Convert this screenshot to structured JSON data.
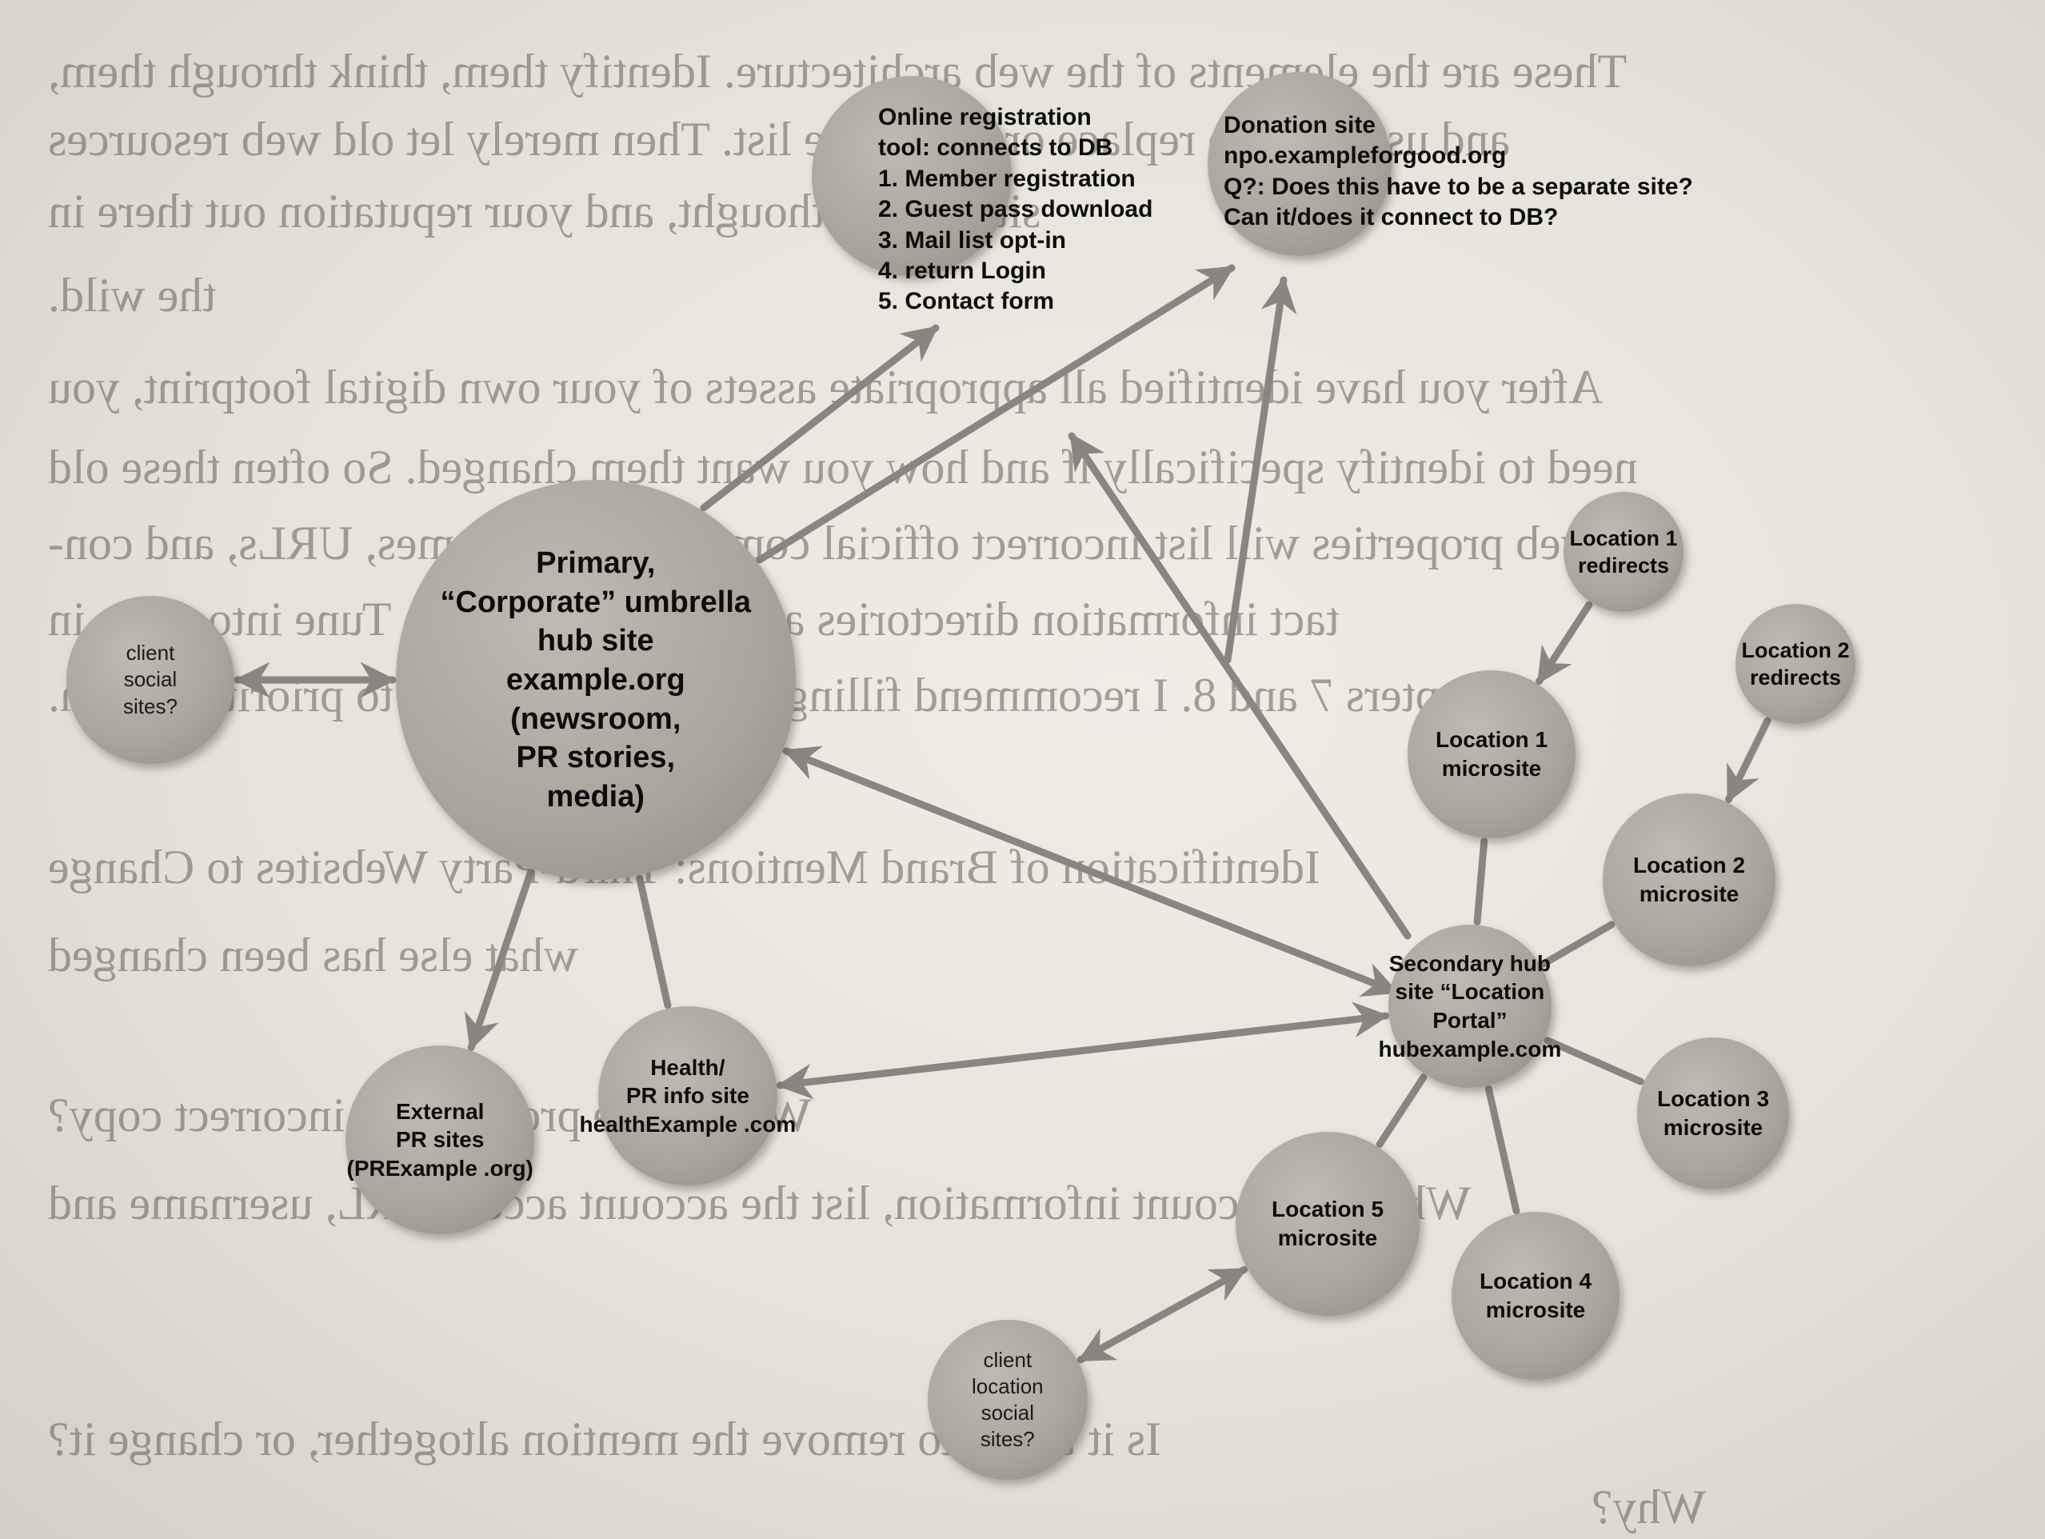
{
  "bleed_through": [
    "These are the elements of the web architecture. Identify them, think through them,",
    "and use them to replace or add to the list. Then merely let old web resources",
    "sit without thought, and your reputation out there in",
    "the wild.",
    "After you have identified all appropriate assets of your own digital footprint, you",
    "need to identify specifically if and how you want them changed. So often these old",
    "web properties will list incorrect official company/brand names, URLs, and con-",
    "tact information directories are a prime example. Tune into these in",
    "chapters 7 and 8. I recommend filling out a form for each to prioritize them.",
    "Identification of Brand Mentions: Third-Party Websites to Change",
    "what else has been changed",
    "What is the problem, or incorrect copy?",
    "Who: the account information, list the account access URL, username and",
    "Is it better to remove the mention altogether, or change it?",
    "Why?"
  ],
  "nodes": [
    {
      "id": "primary",
      "lines": [
        "Primary,",
        "“Corporate” umbrella",
        "hub site",
        "example.org",
        "(newsroom,",
        "PR stories,",
        "media)"
      ]
    },
    {
      "id": "client-social",
      "lines": [
        "client",
        "social",
        "sites?"
      ]
    },
    {
      "id": "online-reg",
      "lines": [
        "Online registration",
        "tool: connects to DB",
        "1. Member registration",
        "2. Guest pass download",
        "3. Mail list opt-in",
        "4. return Login",
        "5. Contact form"
      ]
    },
    {
      "id": "donation",
      "lines": [
        "Donation site",
        "npo.exampleforgood.org",
        "Q?: Does this have to be a separate site?",
        "Can it/does it connect to DB?"
      ]
    },
    {
      "id": "loc1-redirects",
      "lines": [
        "Location 1",
        "redirects"
      ]
    },
    {
      "id": "loc2-redirects",
      "lines": [
        "Location 2",
        "redirects"
      ]
    },
    {
      "id": "loc1-micro",
      "lines": [
        "Location 1",
        "microsite"
      ]
    },
    {
      "id": "loc2-micro",
      "lines": [
        "Location 2",
        "microsite"
      ]
    },
    {
      "id": "secondary",
      "lines": [
        "Secondary hub",
        "site “Location",
        "Portal”",
        "hubexample.com"
      ]
    },
    {
      "id": "loc3-micro",
      "lines": [
        "Location 3",
        "microsite"
      ]
    },
    {
      "id": "loc4-micro",
      "lines": [
        "Location 4",
        "microsite"
      ]
    },
    {
      "id": "loc5-micro",
      "lines": [
        "Location 5",
        "microsite"
      ]
    },
    {
      "id": "client-loc-social",
      "lines": [
        "client",
        "location",
        "social",
        "sites?"
      ]
    },
    {
      "id": "health",
      "lines": [
        "Health/",
        "PR info site",
        "healthExample .com"
      ]
    },
    {
      "id": "external-pr",
      "lines": [
        "External",
        "PR sites",
        "(PRExample .org)"
      ]
    }
  ],
  "edges": [
    {
      "from": "primary",
      "to": "client-social",
      "type": "bidirectional"
    },
    {
      "from": "primary",
      "to": "online-reg",
      "type": "arrow"
    },
    {
      "from": "primary",
      "to": "donation",
      "type": "arrow"
    },
    {
      "from": "secondary",
      "to": "donation",
      "type": "arrow"
    },
    {
      "from": "secondary",
      "to": "primary",
      "type": "bidirectional"
    },
    {
      "from": "loc1-redirects",
      "to": "loc1-micro",
      "type": "arrow"
    },
    {
      "from": "loc2-redirects",
      "to": "loc2-micro",
      "type": "arrow"
    },
    {
      "from": "secondary",
      "to": "loc1-micro",
      "type": "line"
    },
    {
      "from": "secondary",
      "to": "loc2-micro",
      "type": "line"
    },
    {
      "from": "secondary",
      "to": "loc3-micro",
      "type": "line"
    },
    {
      "from": "secondary",
      "to": "loc4-micro",
      "type": "line"
    },
    {
      "from": "secondary",
      "to": "loc5-micro",
      "type": "line"
    },
    {
      "from": "secondary",
      "to": "health",
      "type": "bidirectional"
    },
    {
      "from": "loc5-micro",
      "to": "client-loc-social",
      "type": "bidirectional"
    },
    {
      "from": "primary",
      "to": "health",
      "type": "line"
    },
    {
      "from": "primary",
      "to": "external-pr",
      "type": "arrow"
    }
  ],
  "colors": {
    "node_fill": "#aba69e",
    "edge": "#8a8580",
    "text": "#0d0d0d",
    "paper": "#ebe8e1"
  }
}
